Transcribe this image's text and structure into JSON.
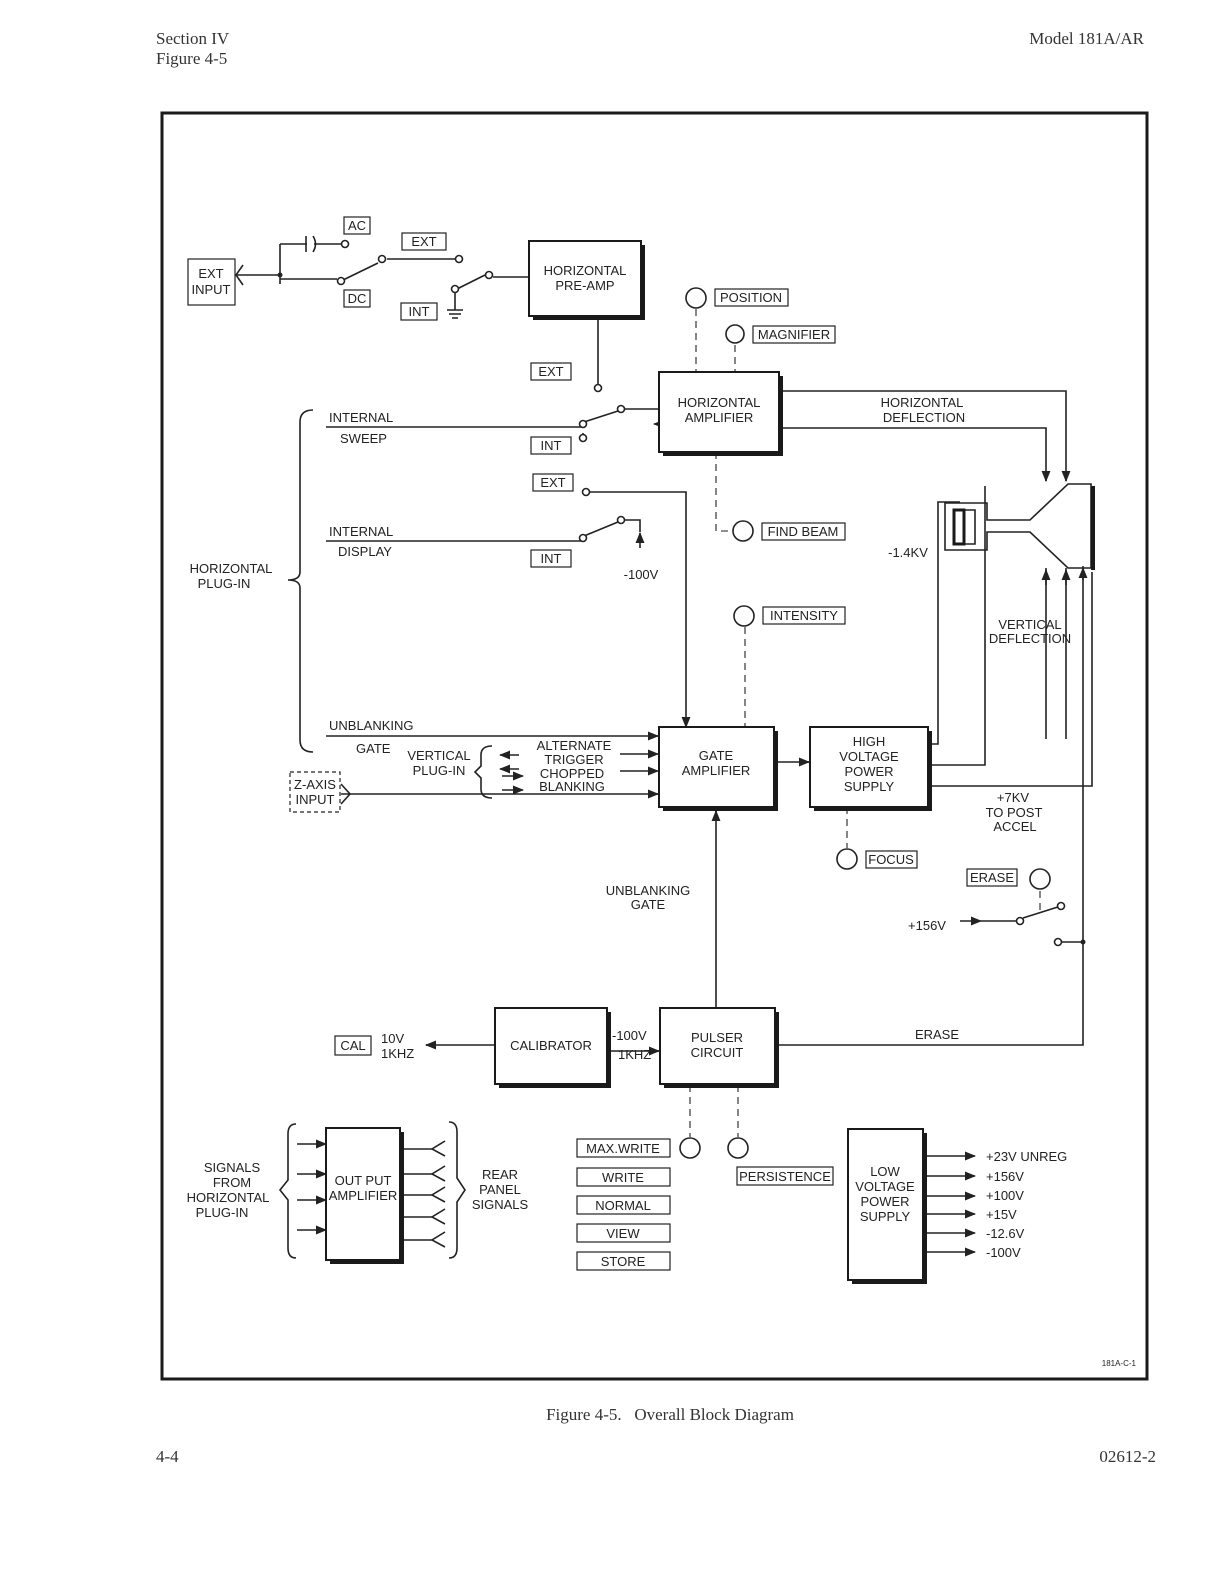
{
  "header": {
    "section": "Section IV",
    "figure": "Figure 4-5",
    "model": "Model 181A/AR"
  },
  "footer": {
    "page": "4-4",
    "doc_number": "02612-2"
  },
  "caption": "Figure 4-5.   Overall Block Diagram",
  "diagram": {
    "ref_code": "181A-C-1",
    "blocks": {
      "hpreamp": [
        "HORIZONTAL",
        "PRE-AMP"
      ],
      "hamp": [
        "HORIZONTAL",
        "AMPLIFIER"
      ],
      "gate": [
        "GATE",
        "AMPLIFIER"
      ],
      "hvps": [
        "HIGH",
        "VOLTAGE",
        "POWER",
        "SUPPLY"
      ],
      "calibrator": [
        "CALIBRATOR"
      ],
      "pulser": [
        "PULSER",
        "CIRCUIT"
      ],
      "outamp": [
        "OUT PUT",
        "AMPLIFIER"
      ],
      "lvps": [
        "LOW",
        "VOLTAGE",
        "POWER",
        "SUPPLY"
      ]
    },
    "boxed_labels": {
      "ext_input": [
        "EXT",
        "INPUT"
      ],
      "ac": "AC",
      "dc": "DC",
      "ext1": "EXT",
      "int1": "INT",
      "ext2": "EXT",
      "int2": "INT",
      "ext3": "EXT",
      "int3": "INT",
      "position": "POSITION",
      "magnifier": "MAGNIFIER",
      "find_beam": "FIND BEAM",
      "intensity": "INTENSITY",
      "focus": "FOCUS",
      "erase_ctrl": "ERASE",
      "z_axis": [
        "Z-AXIS",
        "INPUT"
      ],
      "cal": "CAL",
      "persistence": "PERSISTENCE",
      "modes": [
        "MAX.WRITE",
        "WRITE",
        "NORMAL",
        "VIEW",
        "STORE"
      ]
    },
    "labels": {
      "internal_sweep": [
        "INTERNAL",
        "SWEEP"
      ],
      "internal_display": [
        "INTERNAL",
        "DISPLAY"
      ],
      "horizontal_plugin": [
        "HORIZONTAL",
        "PLUG-IN"
      ],
      "unblanking_gate_in": [
        "UNBLANKING",
        "GATE"
      ],
      "vertical_plugin": [
        "VERTICAL",
        "PLUG-IN"
      ],
      "vp_signals": [
        "ALTERNATE",
        "TRIGGER",
        "CHOPPED",
        "BLANKING"
      ],
      "neg100v": "-100V",
      "horizontal_deflection": [
        "HORIZONTAL",
        "DEFLECTION"
      ],
      "neg1_4kv": "-1.4KV",
      "vertical_deflection": [
        "VERTICAL",
        "DEFLECTION"
      ],
      "post_accel": [
        "+7KV",
        "TO POST",
        "ACCEL"
      ],
      "unblanking_gate_up": [
        "UNBLANKING",
        "GATE"
      ],
      "plus156v": "+156V",
      "erase_line": "ERASE",
      "cal_out": [
        "10V",
        "1KHZ"
      ],
      "cal_in": [
        "-100V",
        "1KHZ"
      ],
      "signals_from": [
        "SIGNALS",
        "FROM",
        "HORIZONTAL",
        "PLUG-IN"
      ],
      "rear_panel": [
        "REAR",
        "PANEL",
        "SIGNALS"
      ],
      "lv_outputs": [
        "+23V UNREG",
        "+156V",
        "+100V",
        "+15V",
        "-12.6V",
        "-100V"
      ]
    }
  }
}
